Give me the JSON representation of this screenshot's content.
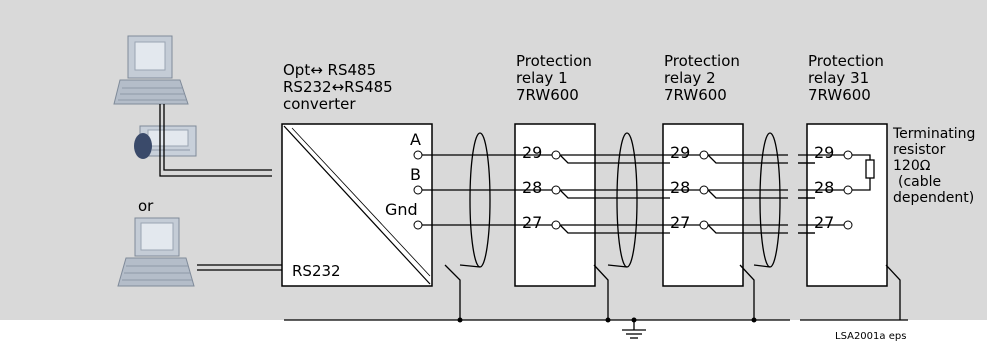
{
  "or_label": "or",
  "converter": {
    "title": [
      "Opt↔ RS485",
      "RS232↔RS485",
      "converter"
    ],
    "port_a": "A",
    "port_b": "B",
    "port_gnd": "Gnd",
    "port_rs232": "RS232"
  },
  "relays": [
    {
      "title": [
        "Protection",
        "relay  1",
        "7RW600"
      ],
      "pins": [
        "29",
        "28",
        "27"
      ]
    },
    {
      "title": [
        "Protection",
        "relay  2",
        "7RW600"
      ],
      "pins": [
        "29",
        "28",
        "27"
      ]
    },
    {
      "title": [
        "Protection",
        "relay  31",
        "7RW600"
      ],
      "pins": [
        "29",
        "28",
        "27"
      ]
    }
  ],
  "terminator": {
    "lines": [
      "Terminating",
      "resistor",
      "120Ω",
      "(cable",
      "dependent)"
    ]
  },
  "footer_code": "LSA2001a  eps",
  "colors": {
    "background": "#d9d9d9",
    "device_fill": "#ffffff",
    "computer_fill": "#c4ccd6",
    "computer_shade": "#9aa5b3"
  },
  "icons": [
    "desktop-computer-icon",
    "modem-icon",
    "laptop-computer-icon",
    "ground-icon",
    "resistor-icon"
  ]
}
